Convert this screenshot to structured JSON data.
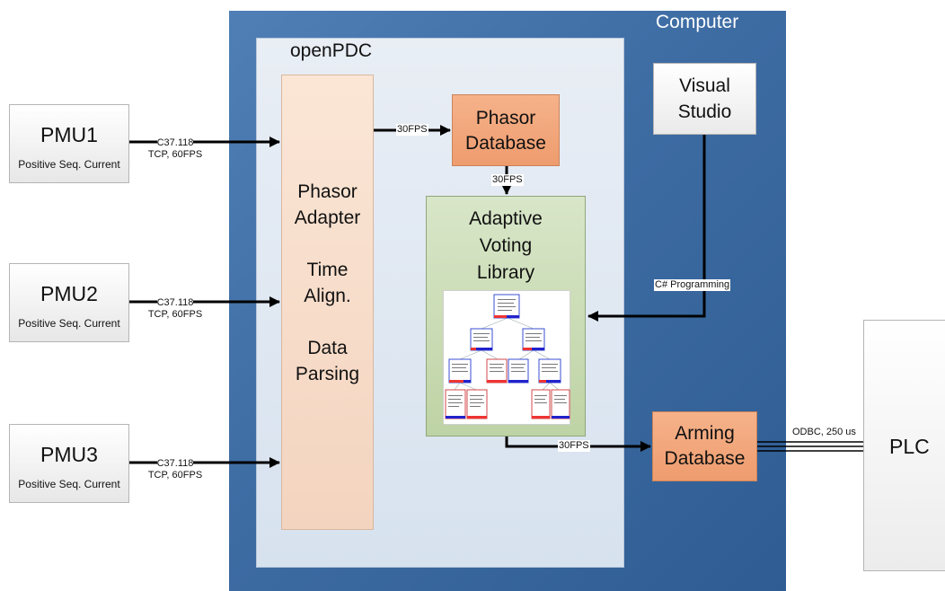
{
  "computer": {
    "label": "Computer"
  },
  "openpdc": {
    "label": "openPDC"
  },
  "pmus": [
    {
      "name": "PMU1",
      "sub": "Positive Seq. Current"
    },
    {
      "name": "PMU2",
      "sub": "Positive Seq. Current"
    },
    {
      "name": "PMU3",
      "sub": "Positive Seq. Current"
    }
  ],
  "links": {
    "pmu_protocol": "C37.118",
    "pmu_transport": "TCP, 60FPS",
    "adapter_to_db": "30FPS",
    "db_to_voting": "30FPS",
    "voting_to_arming": "30FPS",
    "vs_to_voting": "C# Programming",
    "arming_to_plc": "ODBC, 250 us"
  },
  "adapter": {
    "lines": [
      "Phasor",
      "Adapter",
      "",
      "Time",
      "Align.",
      "",
      "Data",
      "Parsing"
    ]
  },
  "phasor_db": {
    "lines": [
      "Phasor",
      "Database"
    ]
  },
  "voting": {
    "lines": [
      "Adaptive",
      "Voting",
      "Library"
    ]
  },
  "visual_studio": {
    "lines": [
      "Visual",
      "Studio"
    ]
  },
  "arming_db": {
    "lines": [
      "Arming",
      "Database"
    ]
  },
  "plc": {
    "label": "PLC"
  },
  "colors": {
    "computer": "#3d6ca3",
    "openpdc": "#dde6f0",
    "adapter": "#f8dcc8",
    "database": "#f1a679",
    "voting": "#c9dbb4"
  }
}
